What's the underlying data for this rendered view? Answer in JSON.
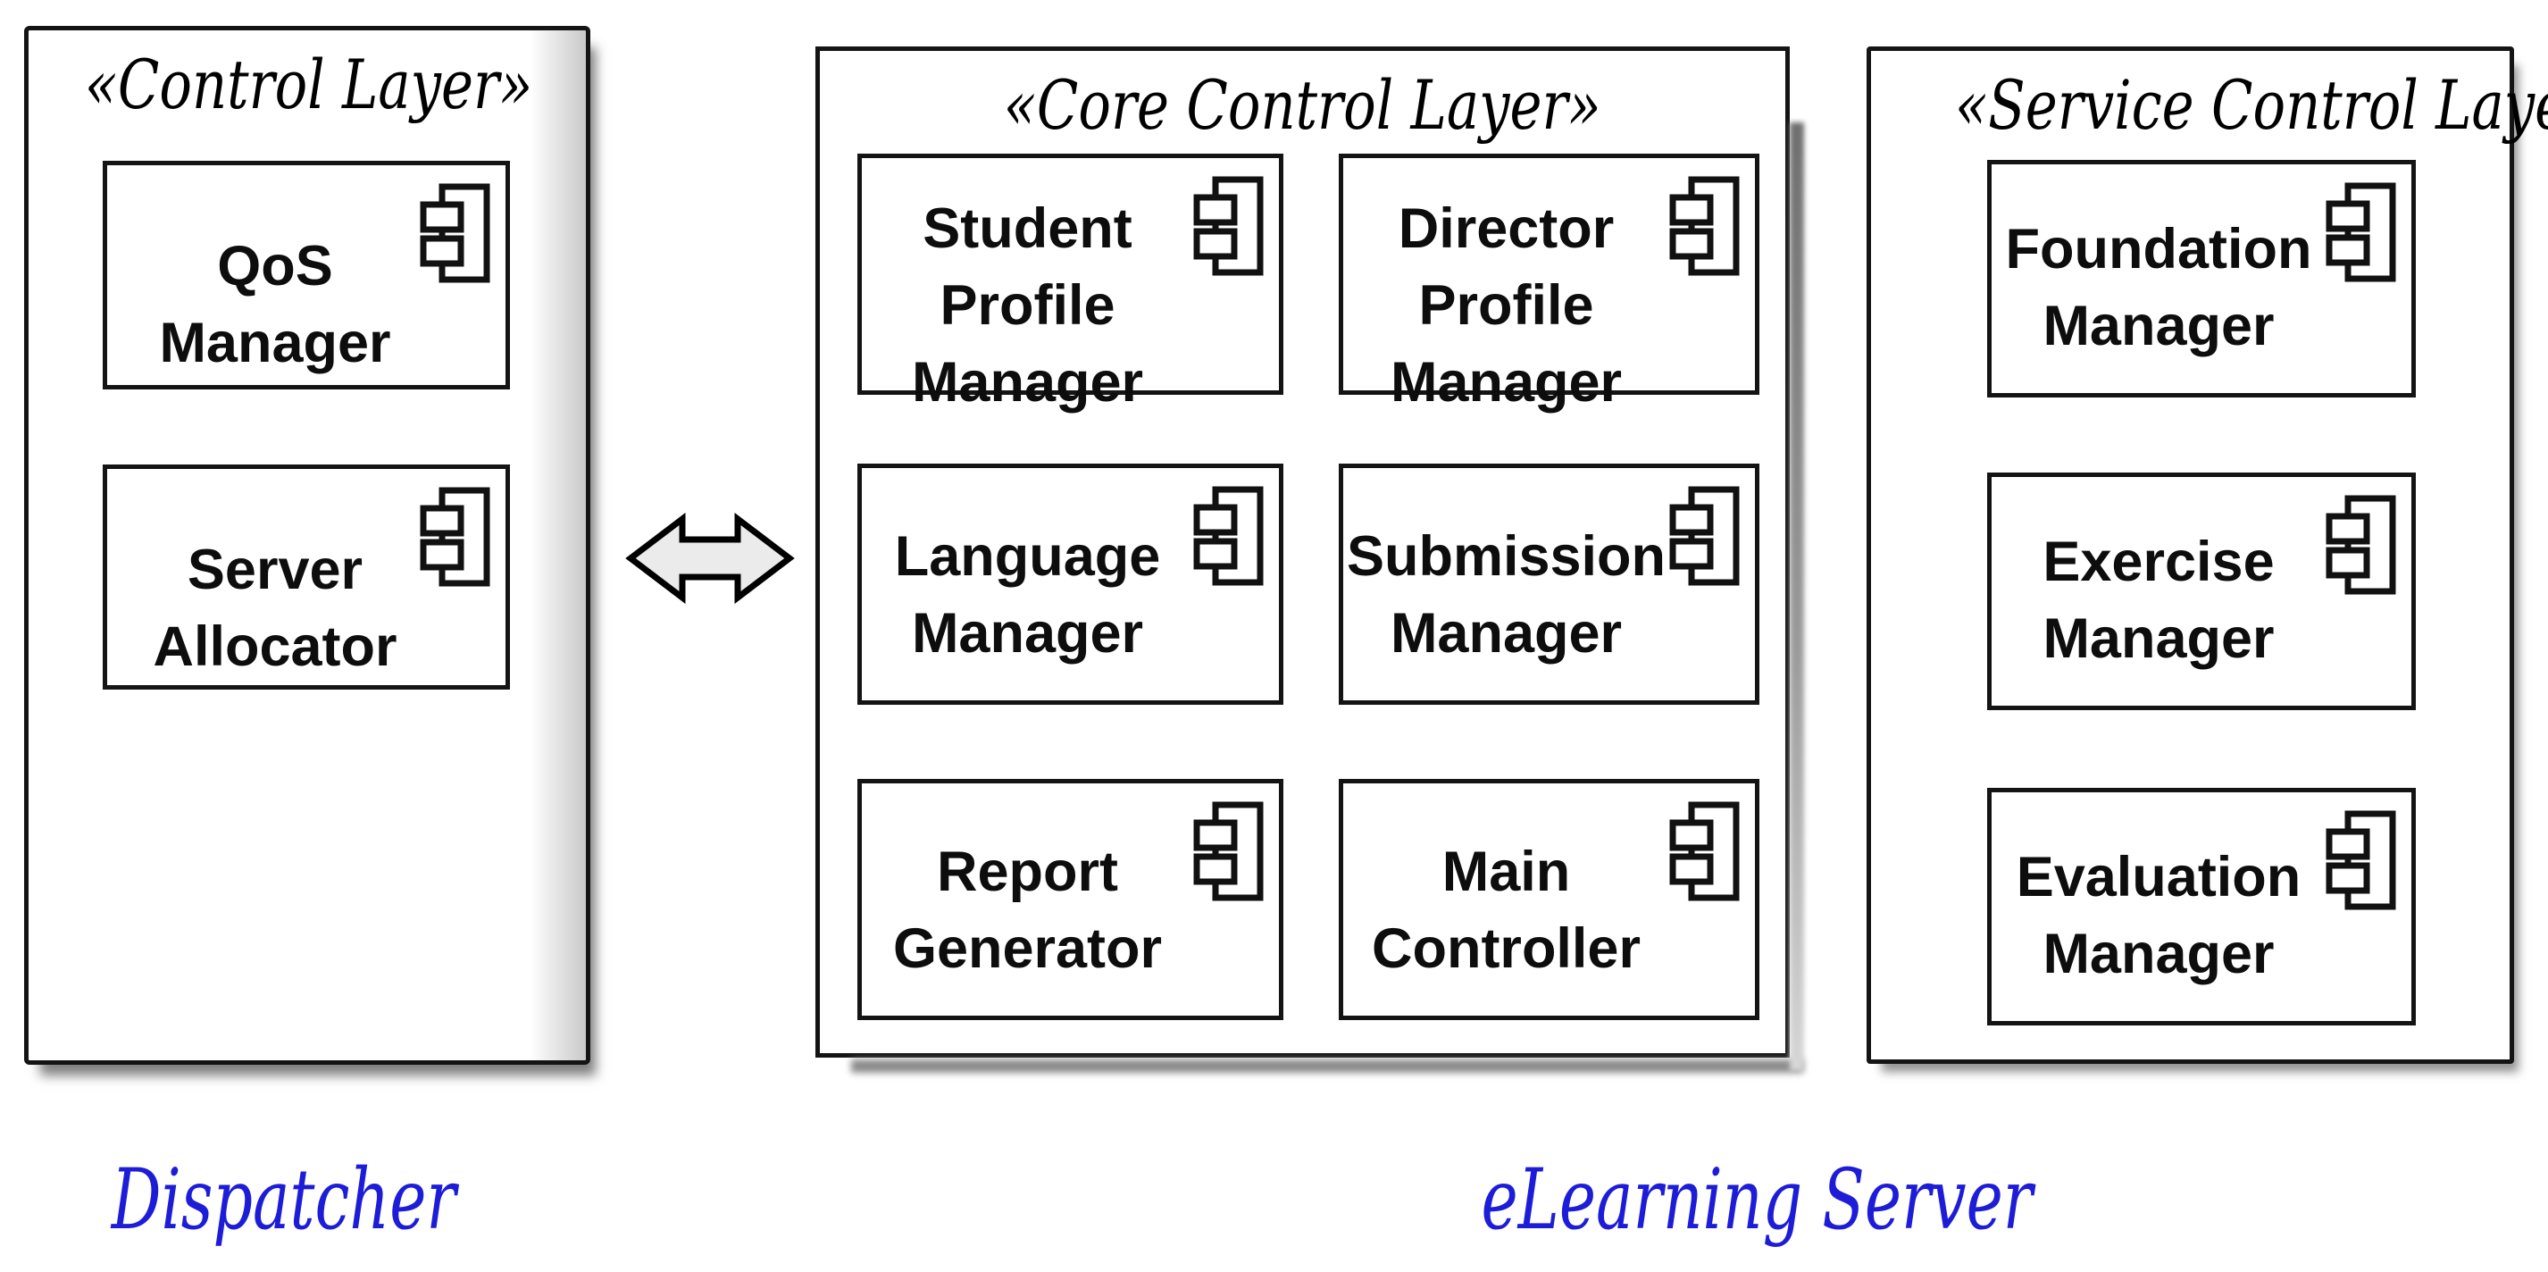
{
  "panels": [
    {
      "stereotype": "«Control Layer»",
      "components": [
        {
          "lines": [
            "QoS",
            "Manager"
          ]
        },
        {
          "lines": [
            "Server",
            "Allocator"
          ]
        }
      ]
    },
    {
      "stereotype": "«Core Control Layer»",
      "components": [
        {
          "lines": [
            "Student",
            "Profile",
            "Manager"
          ]
        },
        {
          "lines": [
            "Director",
            "Profile",
            "Manager"
          ]
        },
        {
          "lines": [
            "Language",
            "Manager"
          ]
        },
        {
          "lines": [
            "Submission",
            "Manager"
          ]
        },
        {
          "lines": [
            "Report",
            "Generator"
          ]
        },
        {
          "lines": [
            "Main",
            "Controller"
          ]
        }
      ]
    },
    {
      "stereotype": "«Service Control Layer»",
      "components": [
        {
          "lines": [
            "Foundation",
            "Manager"
          ]
        },
        {
          "lines": [
            "Exercise",
            "Manager"
          ]
        },
        {
          "lines": [
            "Evaluation",
            "Manager"
          ]
        }
      ]
    }
  ],
  "labels": {
    "dispatcher": "Dispatcher",
    "elearning_server": "eLearning Server"
  },
  "connector": {
    "type": "bidirectional-arrow",
    "between": [
      "Control Layer",
      "Core Control Layer"
    ]
  },
  "icons": {
    "component": "uml-component-icon"
  },
  "colors": {
    "caption_blue": "#1d1dd8",
    "border_black": "#141414",
    "arrow_fill": "#ebebeb",
    "shadow_gray": "#8a8a8a",
    "background": "#ffffff"
  }
}
